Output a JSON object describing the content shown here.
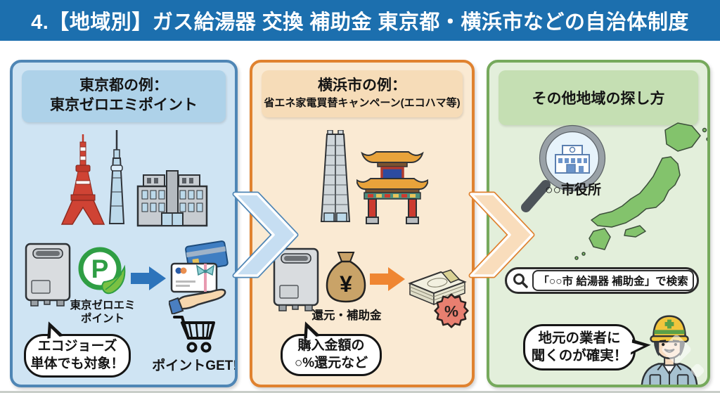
{
  "header": {
    "title": "4.【地域別】ガス給湯器 交換 補助金 東京都・横浜市などの自治体制度"
  },
  "panel_tokyo": {
    "title_line1": "東京都の例：",
    "title_line2": "東京ゼロエミポイント",
    "logo_letter": "P",
    "point_label_line1": "東京ゼロエミ",
    "point_label_line2": "ポイント",
    "bubble_line1": "エコジョーズ",
    "bubble_line2": "単体でも対象！",
    "cart_caption": "ポイントGET!"
  },
  "panel_yokohama": {
    "title_line1": "横浜市の例：",
    "title_line2": "省エネ家電買替キャンペーン(エコハマ等)",
    "yen_symbol": "¥",
    "bag_caption": "還元・補助金",
    "percent_symbol": "%",
    "bubble_line1": "購入金額の",
    "bubble_line2": "○%還元など"
  },
  "panel_other": {
    "title": "その他地域の探し方",
    "cityhall_caption": "○○市役所",
    "search_text": "「○○市 給湯器 補助金」で検索",
    "bubble_line1": "地元の業者に",
    "bubble_line2": "聞くのが確実！"
  },
  "icons": {
    "tokyo_tower": "tokyo-tower-icon",
    "skytree": "skytree-icon",
    "government_building": "government-building-icon",
    "water_heater": "water-heater-icon",
    "zero_emi_logo": "p-leaf-icon",
    "arrow_right_blue": "arrow-right-icon",
    "cards_hand": "cards-hand-icon",
    "shopping_cart": "cart-icon",
    "landmark_tower": "landmark-tower-icon",
    "chinatown_gate": "chinatown-gate-icon",
    "money_bag": "money-bag-icon",
    "arrow_right_orange": "arrow-right-icon",
    "banknotes": "banknotes-icon",
    "percent_badge": "percent-badge-icon",
    "magnifier_cityhall": "magnifier-cityhall-icon",
    "japan_map": "japan-map-icon",
    "search": "search-icon",
    "worker": "worker-icon",
    "panel_chevron": "chevron-right-icon"
  },
  "colors": {
    "header_bg": "#1c6fae",
    "tokyo_border": "#4f86b5",
    "tokyo_bg": "#cfe4f3",
    "tokyo_title_bg": "#aed2e9",
    "yokohama_border": "#e0822f",
    "yokohama_bg": "#faead3",
    "yokohama_title_bg": "#f6dcb8",
    "other_border": "#76a95c",
    "other_bg": "#e3efdb",
    "other_title_bg": "#c5dfb3",
    "arrow_blue": "#2d74bb",
    "arrow_orange": "#ef8632",
    "chevron_blue_fill": "#c6def2",
    "chevron_orange_fill": "#f9ddbc"
  }
}
